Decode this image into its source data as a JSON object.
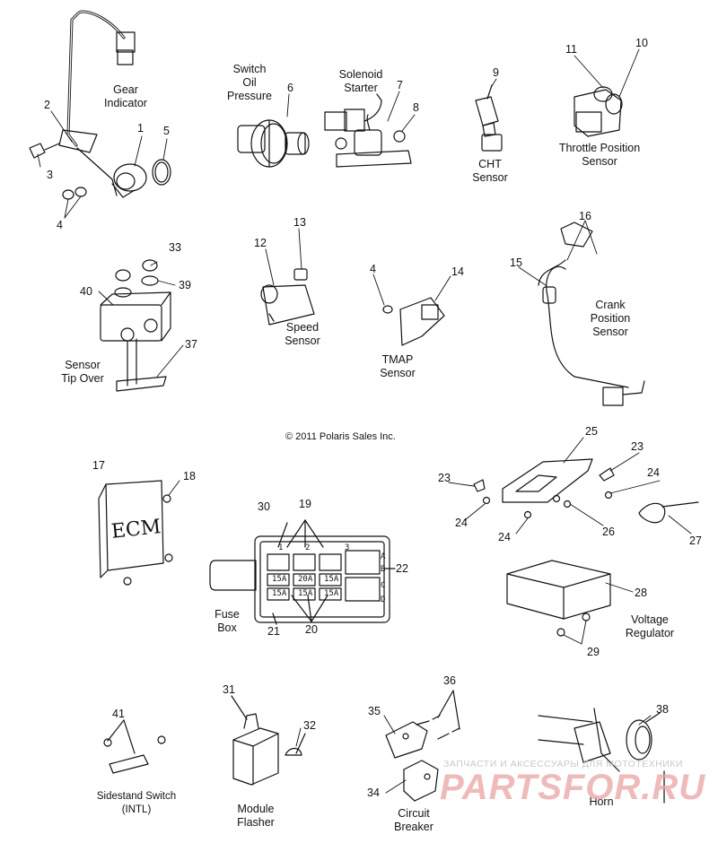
{
  "labels": {
    "gear_indicator": "Gear\nIndicator",
    "switch_oil_pressure": "Switch\nOil\nPressure",
    "solenoid_starter": "Solenoid\nStarter",
    "cht_sensor": "CHT\nSensor",
    "throttle_position_sensor": "Throttle Position\nSensor",
    "sensor_tip_over": "Sensor\nTip Over",
    "speed_sensor": "Speed\nSensor",
    "tmap_sensor": "TMAP\nSensor",
    "crank_position_sensor": "Crank\nPosition\nSensor",
    "fuse_box": "Fuse\nBox",
    "voltage_regulator": "Voltage\nRegulator",
    "sidestand_switch": "Sidestand Switch\n(INTL)",
    "module_flasher": "Module\nFlasher",
    "circuit_breaker": "Circuit\nBreaker",
    "horn": "Horn"
  },
  "copyright": "© 2011 Polaris Sales Inc.",
  "ecm_text": "ECM",
  "fuse_ratings": [
    "15A",
    "20A",
    "15A",
    "15A",
    "15A",
    "15A"
  ],
  "fuse_letters": [
    "A",
    "B",
    "C",
    "D"
  ],
  "fuse_columns": [
    "1",
    "2",
    "3"
  ],
  "part_numbers": {
    "n1": "1",
    "n2": "2",
    "n3": "3",
    "n4a": "4",
    "n5": "5",
    "n6": "6",
    "n7": "7",
    "n8": "8",
    "n9": "9",
    "n10": "10",
    "n11": "11",
    "n12": "12",
    "n13": "13",
    "n4b": "4",
    "n14": "14",
    "n15": "15",
    "n16": "16",
    "n33": "33",
    "n40": "40",
    "n39": "39",
    "n37": "37",
    "n17": "17",
    "n18": "18",
    "n25": "25",
    "n23a": "23",
    "n23b": "23",
    "n24a": "24",
    "n24b": "24",
    "n24c": "24",
    "n26": "26",
    "n27": "27",
    "n30": "30",
    "n19": "19",
    "n22": "22",
    "n28": "28",
    "n21": "21",
    "n20": "20",
    "n29": "29",
    "n31": "31",
    "n32": "32",
    "n36": "36",
    "n35": "35",
    "n38": "38",
    "n41": "41",
    "n34": "34"
  },
  "watermark": {
    "line1": "ЗАПЧАСТИ И АКСЕССУАРЫ ДЛЯ МОТОТЕХНИКИ",
    "line2": "PARTSFOR.RU"
  }
}
